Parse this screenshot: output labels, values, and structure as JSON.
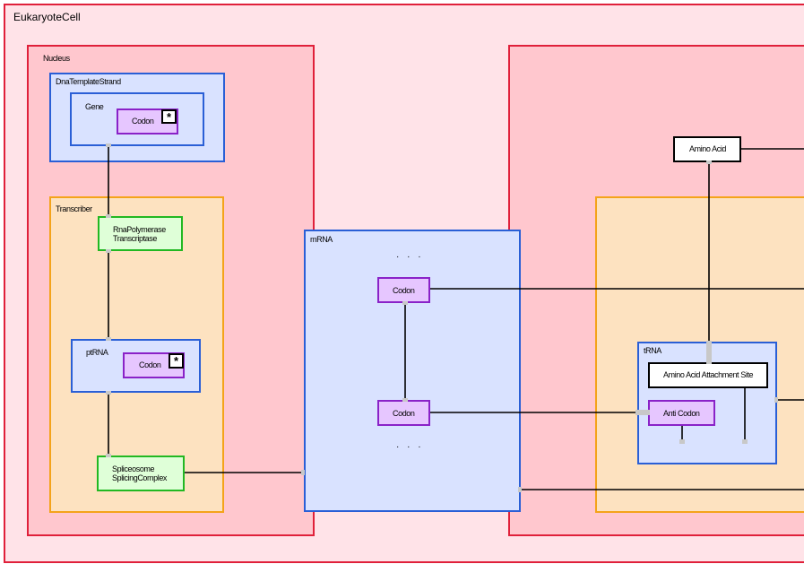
{
  "cell": {
    "label": "EukaryoteCell"
  },
  "nucleus": {
    "label": "Nucleus"
  },
  "dna": {
    "label": "DnaTemplateStrand",
    "gene": {
      "label": "Gene",
      "codon": "Codon",
      "star": "*"
    },
    "star": "*"
  },
  "transcriber": {
    "label": "Transcriber",
    "rna_polymerase": [
      "RnaPolymerase",
      "Transcriptase"
    ],
    "ptrna": {
      "label": "ptRNA",
      "codon": "Codon",
      "star": "*"
    },
    "spliceosome": [
      "Spliceosome",
      "SplicingComplex"
    ]
  },
  "mrna": {
    "label": "mRNA",
    "codon_top": "Codon",
    "codon_bottom": "Codon",
    "ellipsis_top": "· · ·",
    "ellipsis_bottom": "· · ·"
  },
  "cytoplasm": {
    "amino_acid": "Amino Acid",
    "trna": {
      "label": "tRNA",
      "attachment_site": "Amino Acid Attachment Site",
      "anti_codon": "Anti Codon"
    }
  },
  "colors": {
    "cell_border": "#e0203a",
    "nucleus_fill": "#ffc7ce",
    "process_fill": "#fde2c0",
    "rna_fill": "#d9e2ff",
    "codon_fill": "#e6c6ff",
    "enzyme_fill": "#dfffd8"
  }
}
